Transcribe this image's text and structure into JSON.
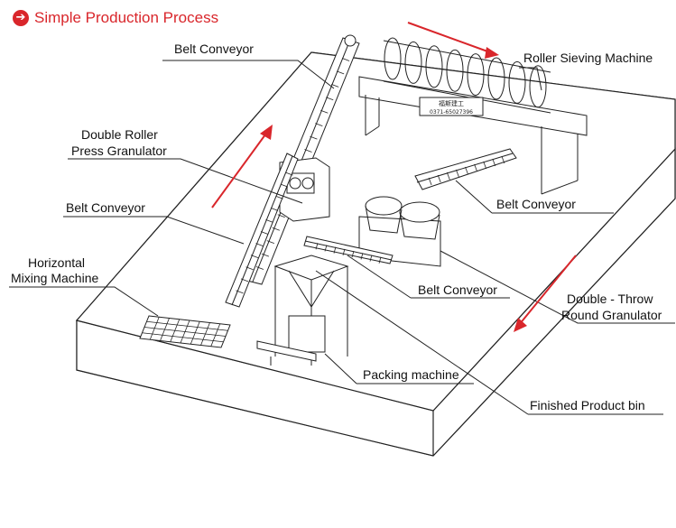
{
  "header": {
    "title": "Simple Production Process",
    "icon": "arrow-right-circle-icon",
    "accent": "#d9262b"
  },
  "labels": {
    "belt_conveyor_top": "Belt Conveyor",
    "roller_sieving": "Roller Sieving Machine",
    "double_roller_1": "Double Roller",
    "double_roller_2": "Press Granulator",
    "belt_conveyor_left": "Belt Conveyor",
    "belt_conveyor_right": "Belt Conveyor",
    "horizontal_mixing_1": "Horizontal",
    "horizontal_mixing_2": "Mixing Machine",
    "belt_conveyor_mid": "Belt Conveyor",
    "double_throw_1": "Double - Throw",
    "double_throw_2": "Round Granulator",
    "packing_machine": "Packing machine",
    "finished_product_bin": "Finished Product bin"
  },
  "colors": {
    "line": "#222222",
    "arrow": "#d9262b",
    "platform": "#ffffff"
  },
  "sieve_signage": {
    "line1": "福斯建工",
    "line2": "0371-65027396"
  }
}
